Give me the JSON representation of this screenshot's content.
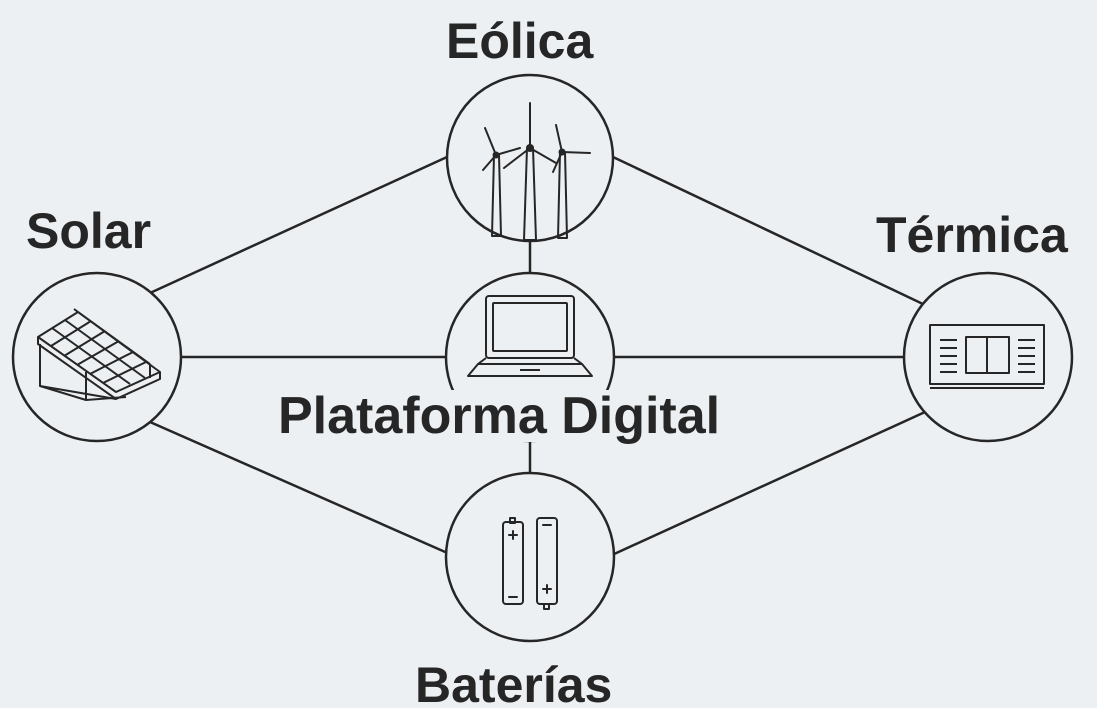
{
  "nodes": {
    "eolica": {
      "label": "Eólica",
      "icon": "wind-turbines-icon"
    },
    "solar": {
      "label": "Solar",
      "icon": "solar-panel-icon"
    },
    "termica": {
      "label": "Térmica",
      "icon": "thermal-plant-icon"
    },
    "plataforma": {
      "label": "Plataforma Digital",
      "icon": "laptop-icon"
    },
    "baterias": {
      "label": "Baterías",
      "icon": "batteries-icon"
    }
  },
  "edges": [
    [
      "solar",
      "eolica"
    ],
    [
      "eolica",
      "termica"
    ],
    [
      "solar",
      "baterias"
    ],
    [
      "baterias",
      "termica"
    ],
    [
      "solar",
      "plataforma"
    ],
    [
      "plataforma",
      "termica"
    ],
    [
      "eolica",
      "plataforma"
    ],
    [
      "plataforma",
      "baterias"
    ]
  ],
  "colors": {
    "background": "#edf0f3",
    "stroke": "#262626",
    "text": "#262626"
  }
}
